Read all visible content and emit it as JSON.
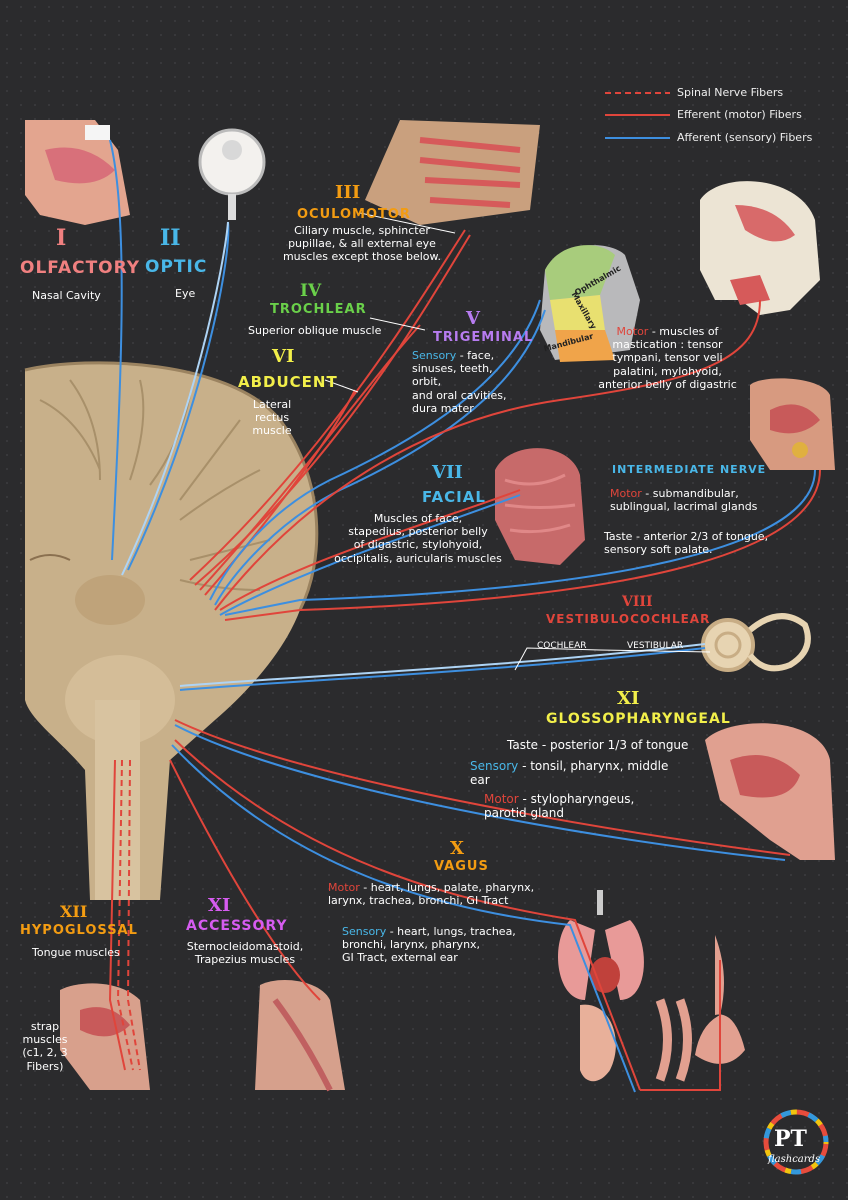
{
  "legend": {
    "spinal": "Spinal Nerve Fibers",
    "efferent": "Efferent (motor) Fibers",
    "afferent": "Afferent (sensory) Fibers"
  },
  "colors": {
    "background": "#2b2b2d",
    "efferent": "#e0453b",
    "afferent": "#3d8fe0"
  },
  "nerves": {
    "i": {
      "num": "I",
      "name": "OLFACTORY",
      "desc": "Nasal Cavity",
      "color": "#f08080"
    },
    "ii": {
      "num": "II",
      "name": "OPTIC",
      "desc": "Eye",
      "color": "#49b7e8"
    },
    "iii": {
      "num": "III",
      "name": "OCULOMOTOR",
      "desc": "Ciliary muscle, sphincter\npupillae, & all external eye\nmuscles except those below.",
      "color": "#f39c12"
    },
    "iv": {
      "num": "IV",
      "name": "TROCHLEAR",
      "desc": "Superior oblique muscle",
      "color": "#6ad04a"
    },
    "v": {
      "num": "V",
      "name": "TRIGEMINAL",
      "sensory_label": "Sensory",
      "sensory": "- face,\nsinuses, teeth, orbit,\nand oral cavities,\ndura mater",
      "motor_label": "Motor",
      "motor": "- muscles of\nmastication : tensor\ntympani, tensor veli\npalatini, mylohyoid,\nanterior belly of digastric",
      "color": "#b77cf0"
    },
    "vi": {
      "num": "VI",
      "name": "ABDUCENT",
      "desc": "Lateral rectus\nmuscle",
      "color": "#f2ef4a"
    },
    "vii": {
      "num": "VII",
      "name": "FACIAL",
      "desc": "Muscles of face,\nstapedius, posterior belly\nof digastric, stylohyoid,\noccipitalis, auricularis muscles",
      "color": "#49b7e8"
    },
    "intermediate": {
      "name": "INTERMEDIATE NERVE",
      "motor_label": "Motor",
      "motor": "- submandibular,\nsublingual, lacrimal glands",
      "taste": "Taste - anterior 2/3 of tongue,\nsensory soft palate."
    },
    "viii": {
      "num": "VIII",
      "name": "VESTIBULOCOCHLEAR",
      "cochlear": "COCHLEAR",
      "vestibular": "VESTIBULAR",
      "color": "#e0453b"
    },
    "ix": {
      "num": "XI",
      "name": "GLOSSOPHARYNGEAL",
      "taste": "Taste - posterior 1/3 of tongue",
      "sensory_label": "Sensory",
      "sensory": "- tonsil, pharynx, middle\near",
      "motor_label": "Motor",
      "motor": "- stylopharyngeus,\nparotid gland",
      "color": "#f2ef4a"
    },
    "x": {
      "num": "X",
      "name": "VAGUS",
      "motor_label": "Motor",
      "motor": "- heart, lungs, palate, pharynx,\nlarynx, trachea, bronchi, GI Tract",
      "sensory_label": "Sensory",
      "sensory": "- heart, lungs, trachea,\nbronchi, larynx, pharynx,\nGI Tract, external ear",
      "color": "#f39c12"
    },
    "xi": {
      "num": "XI",
      "name": "ACCESSORY",
      "desc": "Sternocleidomastoid,\nTrapezius muscles",
      "color": "#d65cf0"
    },
    "xii": {
      "num": "XII",
      "name": "HYPOGLOSSAL",
      "desc": "Tongue muscles",
      "strap": "strap\nmuscles\n(c1, 2, 3\nFibers)",
      "color": "#f39c12"
    }
  },
  "trigeminal_regions": {
    "ophthalmic": "Ophthalmic",
    "maxillary": "Maxillary",
    "mandibular": "Mandibular"
  },
  "logo": {
    "main": "PT",
    "sub": "flashcards"
  }
}
